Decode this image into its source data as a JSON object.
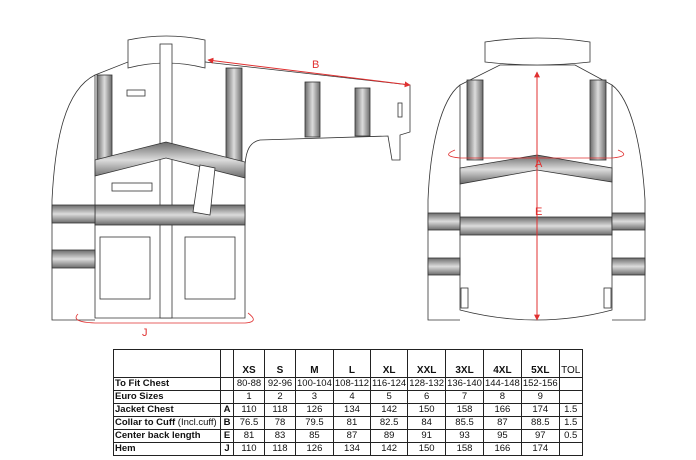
{
  "diagram": {
    "labels": {
      "B": "B",
      "J": "J",
      "A": "A",
      "E": "E"
    },
    "accent_color": "#e03030"
  },
  "table": {
    "columns": [
      "XS",
      "S",
      "M",
      "L",
      "XL",
      "XXL",
      "3XL",
      "4XL",
      "5XL",
      "TOL"
    ],
    "rows": [
      {
        "label": "To Fit Chest",
        "note": "",
        "letter": "",
        "values": [
          "80-88",
          "92-96",
          "100-104",
          "108-112",
          "116-124",
          "128-132",
          "136-140",
          "144-148",
          "152-156",
          ""
        ]
      },
      {
        "label": "Euro Sizes",
        "note": "",
        "letter": "",
        "values": [
          "1",
          "2",
          "3",
          "4",
          "5",
          "6",
          "7",
          "8",
          "9",
          ""
        ]
      },
      {
        "label": "Jacket Chest",
        "note": "",
        "letter": "A",
        "values": [
          "110",
          "118",
          "126",
          "134",
          "142",
          "150",
          "158",
          "166",
          "174",
          "1.5"
        ]
      },
      {
        "label": "Collar to Cuff",
        "note": " (Incl.cuff)",
        "letter": "B",
        "values": [
          "76.5",
          "78",
          "79.5",
          "81",
          "82.5",
          "84",
          "85.5",
          "87",
          "88.5",
          "1.5"
        ]
      },
      {
        "label": "Center back length",
        "note": "",
        "letter": "E",
        "values": [
          "81",
          "83",
          "85",
          "87",
          "89",
          "91",
          "93",
          "95",
          "97",
          "0.5"
        ]
      },
      {
        "label": "Hem",
        "note": "",
        "letter": "J",
        "values": [
          "110",
          "118",
          "126",
          "134",
          "142",
          "150",
          "158",
          "166",
          "174",
          ""
        ]
      }
    ]
  }
}
